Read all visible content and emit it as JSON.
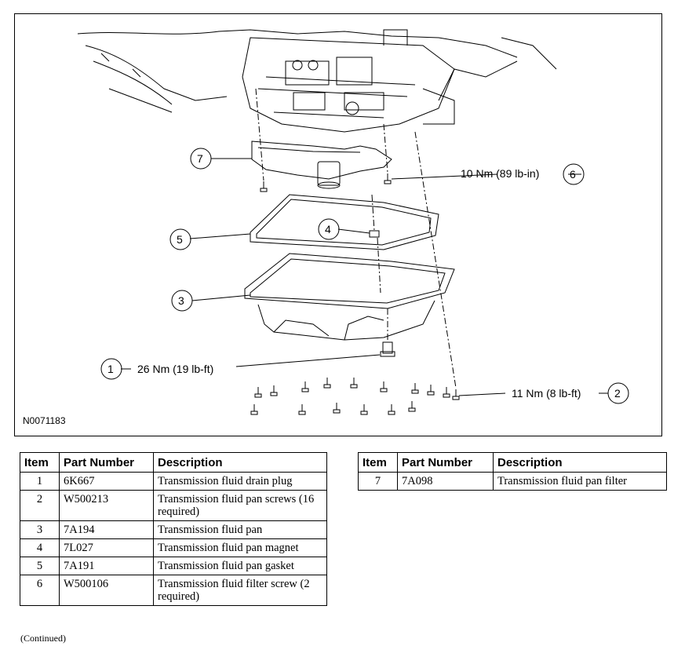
{
  "figure": {
    "id": "N0071183",
    "callouts": [
      {
        "number": "1",
        "torque": "26 Nm (19 lb-ft)"
      },
      {
        "number": "2",
        "torque": "11 Nm (8 lb-ft)"
      },
      {
        "number": "3",
        "torque": ""
      },
      {
        "number": "4",
        "torque": ""
      },
      {
        "number": "5",
        "torque": ""
      },
      {
        "number": "6",
        "torque": "10 Nm (89 lb-in)"
      },
      {
        "number": "7",
        "torque": ""
      }
    ]
  },
  "table_left": {
    "headers": [
      "Item",
      "Part Number",
      "Description"
    ],
    "rows": [
      {
        "item": "1",
        "part": "6K667",
        "desc": "Transmission fluid drain plug"
      },
      {
        "item": "2",
        "part": "W500213",
        "desc": "Transmission fluid pan screws (16 required)"
      },
      {
        "item": "3",
        "part": "7A194",
        "desc": "Transmission fluid pan"
      },
      {
        "item": "4",
        "part": "7L027",
        "desc": "Transmission fluid pan magnet"
      },
      {
        "item": "5",
        "part": "7A191",
        "desc": "Transmission fluid pan gasket"
      },
      {
        "item": "6",
        "part": "W500106",
        "desc": "Transmission fluid filter screw (2 required)"
      }
    ]
  },
  "table_right": {
    "headers": [
      "Item",
      "Part Number",
      "Description"
    ],
    "rows": [
      {
        "item": "7",
        "part": "7A098",
        "desc": "Transmission fluid pan filter"
      }
    ]
  },
  "continued": "(Continued)"
}
